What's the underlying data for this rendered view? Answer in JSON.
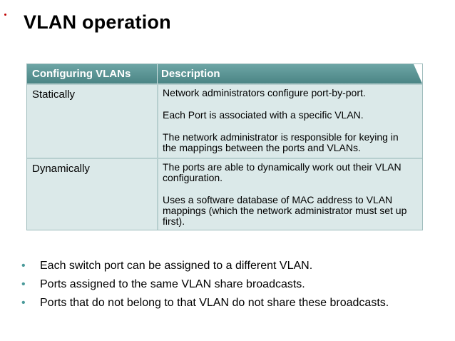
{
  "title": "VLAN operation",
  "table": {
    "headers": [
      "Configuring VLANs",
      "Description"
    ],
    "rows": [
      {
        "label": "Statically",
        "desc": [
          "Network administrators configure port-by-port.",
          "Each Port is associated with a specific VLAN.",
          "The network administrator is responsible for keying in the mappings between the ports and VLANs."
        ]
      },
      {
        "label": "Dynamically",
        "desc": [
          "The ports are able to dynamically work out their VLAN configuration.",
          "Uses a software database of MAC address to VLAN mappings (which the network administrator must set up first)."
        ]
      }
    ]
  },
  "bullets": [
    "Each switch port can be assigned to a different VLAN.",
    "Ports assigned to the same VLAN share broadcasts.",
    "Ports that do not belong to that VLAN do not share these broadcasts."
  ],
  "colors": {
    "header_teal": "#5a9494",
    "cell_bg": "#dbe9e9",
    "bullet": "#4a9a9a"
  }
}
